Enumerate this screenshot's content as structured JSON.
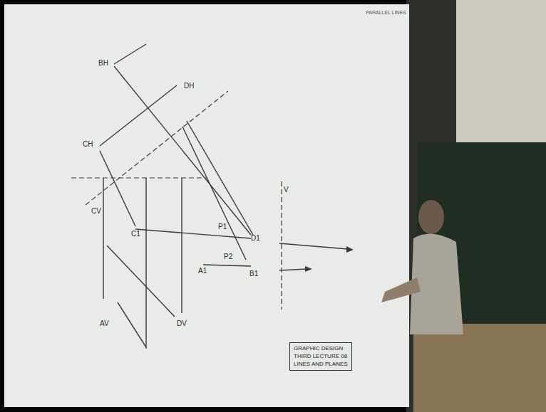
{
  "diagram": {
    "nodes": [
      {
        "text": [
          "GRAPHIC DESIGN",
          "THIRD LECTURE 08",
          "LINES AND PLANES"
        ]
      }
    ],
    "labels": [
      "PARALLEL LINES",
      "BH",
      "DH",
      "CH",
      "CV",
      "C1",
      "D1",
      "P1",
      "P2",
      "A1",
      "B1",
      "AV",
      "DV",
      "V"
    ]
  }
}
